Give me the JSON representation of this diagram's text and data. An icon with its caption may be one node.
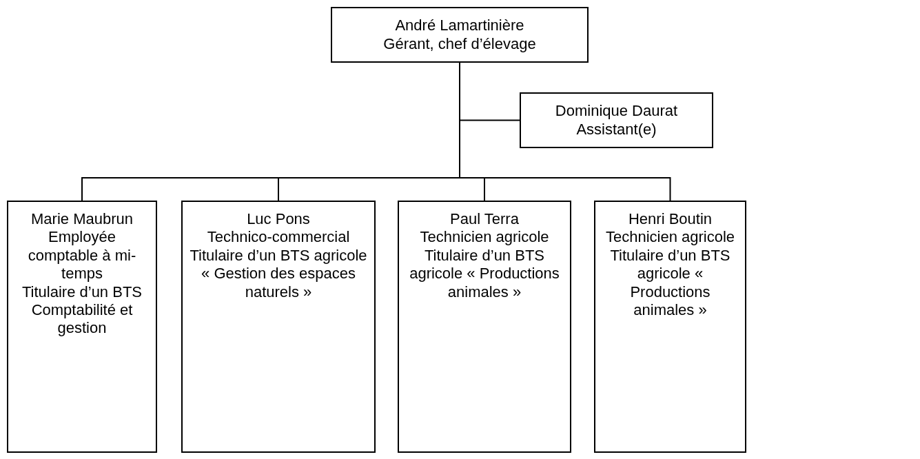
{
  "diagram": {
    "nodes": [
      {
        "text": [
          "André Lamartinière",
          "Gérant, chef d’élevage"
        ]
      },
      {
        "text": [
          "Dominique Daurat",
          "Assistant(e)"
        ]
      },
      {
        "text": [
          "Marie Maubrun",
          "Employée comptable à mi-temps",
          "Titulaire d’un BTS Comptabilité et gestion"
        ]
      },
      {
        "text": [
          "Luc Pons",
          "Technico-commercial",
          "Titulaire d’un BTS agricole « Gestion des espaces naturels »"
        ]
      },
      {
        "text": [
          "Paul Terra",
          "Technicien agricole",
          "Titulaire d’un BTS agricole « Productions animales »"
        ]
      },
      {
        "text": [
          "Henri Boutin",
          "Technicien agricole",
          "Titulaire d’un BTS agricole « Productions animales »"
        ]
      }
    ],
    "edges": [
      {
        "from": 0,
        "to": 1,
        "arrow": "none"
      },
      {
        "from": 0,
        "to": 2,
        "arrow": "none"
      },
      {
        "from": 0,
        "to": 3,
        "arrow": "none"
      },
      {
        "from": 0,
        "to": 4,
        "arrow": "none"
      },
      {
        "from": 0,
        "to": 5,
        "arrow": "none"
      }
    ]
  }
}
